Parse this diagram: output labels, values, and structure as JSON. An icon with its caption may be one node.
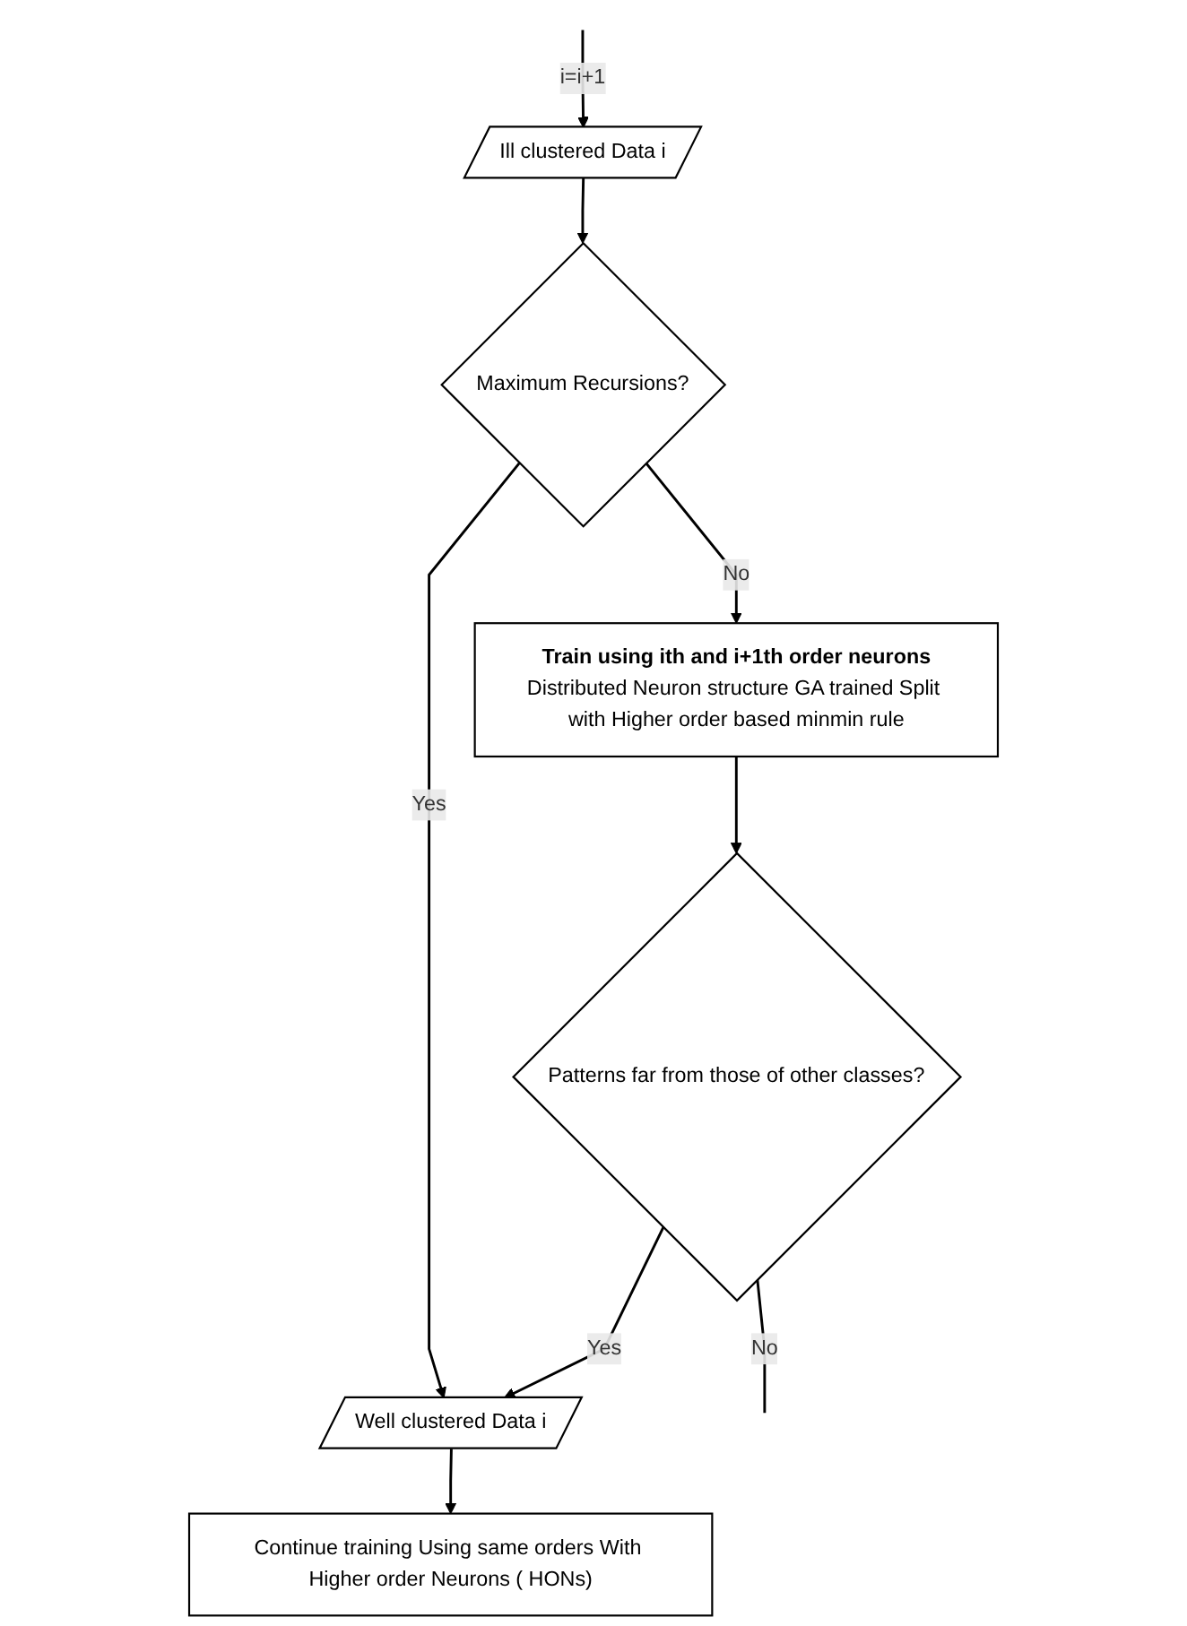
{
  "diagram": {
    "nodes": [
      {
        "text": [
          "Ill clustered Data i"
        ]
      },
      {
        "text": [
          "Maximum Recursions?"
        ]
      },
      {
        "text": [
          "Train using ith and i+1th order neurons",
          "Distributed Neuron structure GA trained Split with Higher order based minmin rule"
        ]
      },
      {
        "text": [
          "Patterns far from those of other classes?"
        ]
      },
      {
        "text": [
          "Well clustered Data i"
        ]
      },
      {
        "text": [
          "Continue training Using same orders With Higher order Neurons ( HONs)"
        ]
      }
    ],
    "edges": [
      {
        "from": 0,
        "to": 1,
        "arrow": "to"
      },
      {
        "from": 1,
        "to": 2,
        "arrow": "to",
        "label": "No"
      },
      {
        "from": 1,
        "to": 4,
        "arrow": "to",
        "label": "Yes"
      },
      {
        "from": 2,
        "to": 3,
        "arrow": "to"
      },
      {
        "from": 3,
        "to": 4,
        "arrow": "to",
        "label": "Yes"
      },
      {
        "from": 3,
        "to": null,
        "arrow": "none",
        "label": "No"
      },
      {
        "from": null,
        "to": 0,
        "arrow": "to",
        "label": "i=i+1"
      },
      {
        "from": 4,
        "to": 5,
        "arrow": "to"
      }
    ]
  }
}
